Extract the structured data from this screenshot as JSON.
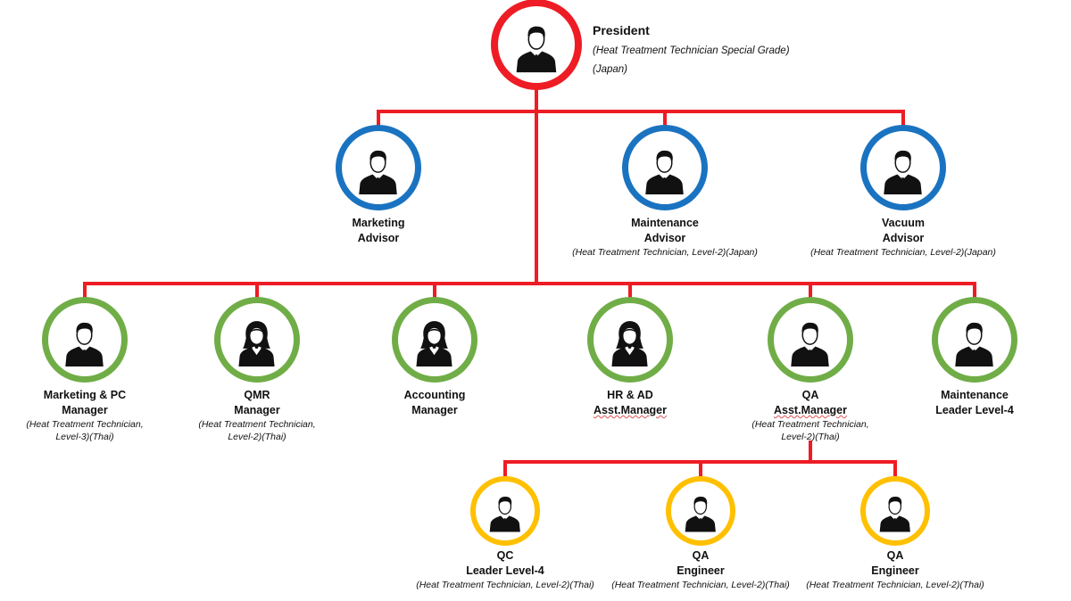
{
  "colors": {
    "line": "#ee1c24",
    "president": "#ee1c24",
    "advisor": "#1a73c0",
    "manager": "#70ad47",
    "staff": "#ffc000"
  },
  "president": {
    "title": "President",
    "lines": [
      "(Heat Treatment Technician Special Grade)",
      "(Japan)"
    ],
    "icon": "male-person-icon"
  },
  "nodes": [
    {
      "level": "advisor",
      "icon": "male",
      "title": [
        "Marketing",
        "Advisor"
      ],
      "sub": []
    },
    {
      "level": "advisor",
      "icon": "male",
      "title": [
        "Maintenance",
        "Advisor"
      ],
      "sub": [
        "(Heat Treatment Technician, Level-2)(Japan)"
      ]
    },
    {
      "level": "advisor",
      "icon": "male",
      "title": [
        "Vacuum",
        "Advisor"
      ],
      "sub": [
        "(Heat Treatment Technician, Level-2)(Japan)"
      ]
    },
    {
      "level": "manager",
      "icon": "male",
      "title": [
        "Marketing & PC",
        "Manager"
      ],
      "sub": [
        "(Heat Treatment Technician,",
        "Level-3)(Thai)"
      ]
    },
    {
      "level": "manager",
      "icon": "female",
      "title": [
        "QMR",
        "Manager"
      ],
      "sub": [
        "(Heat Treatment Technician,",
        "Level-2)(Thai)"
      ]
    },
    {
      "level": "manager",
      "icon": "female",
      "title": [
        "Accounting",
        "Manager"
      ],
      "sub": []
    },
    {
      "level": "manager",
      "icon": "female",
      "title": [
        "HR & AD",
        "Asst.Manager"
      ],
      "sub": []
    },
    {
      "level": "manager",
      "icon": "male",
      "title": [
        "QA",
        "Asst.Manager"
      ],
      "sub": [
        "(Heat Treatment Technician,",
        "Level-2)(Thai)"
      ]
    },
    {
      "level": "manager",
      "icon": "male",
      "title": [
        "Maintenance",
        "Leader Level-4"
      ],
      "sub": []
    },
    {
      "level": "staff",
      "icon": "male",
      "title": [
        "QC",
        "Leader Level-4"
      ],
      "sub": [
        "(Heat Treatment Technician, Level-2)(Thai)"
      ]
    },
    {
      "level": "staff",
      "icon": "male",
      "title": [
        "QA",
        "Engineer"
      ],
      "sub": [
        "(Heat Treatment Technician, Level-2)(Thai)"
      ]
    },
    {
      "level": "staff",
      "icon": "male",
      "title": [
        "QA",
        "Engineer"
      ],
      "sub": [
        "(Heat Treatment Technician, Level-2)(Thai)"
      ]
    }
  ]
}
